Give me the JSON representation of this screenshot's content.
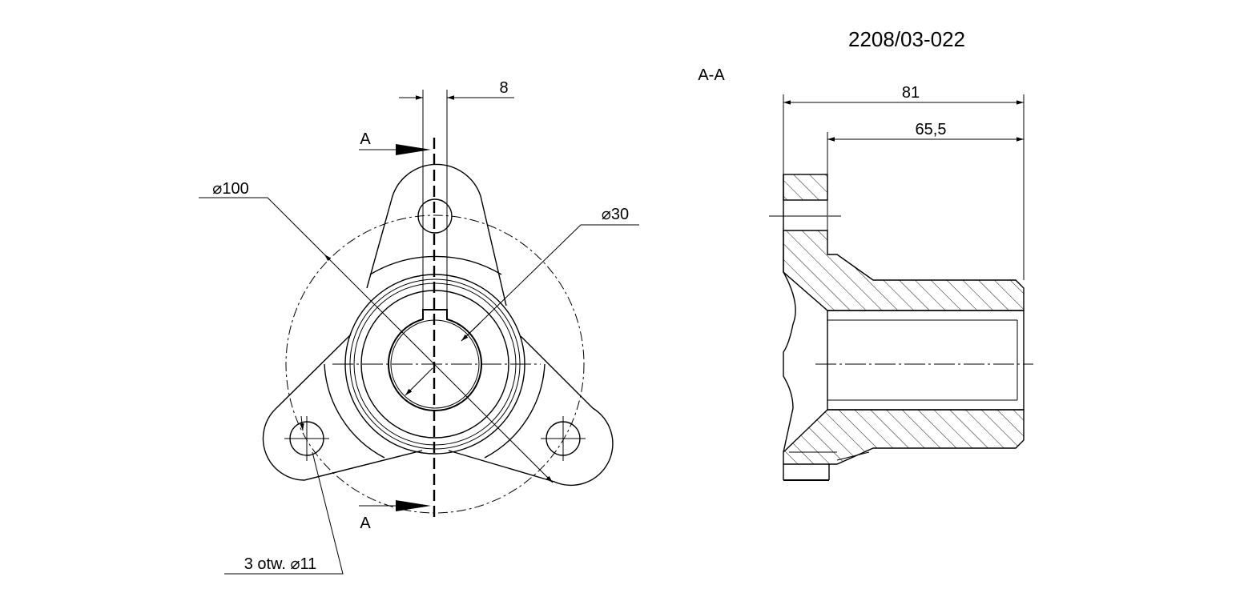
{
  "drawing": {
    "part_number": "2208/03-022",
    "section_label": "A-A",
    "cut_label_top": "A",
    "cut_label_bottom": "A"
  },
  "dimensions": {
    "key_width": "8",
    "bolt_circle": "⌀100",
    "bore": "⌀30",
    "holes": "3 otw. ⌀11",
    "overall_length": "81",
    "hub_length": "65,5"
  }
}
